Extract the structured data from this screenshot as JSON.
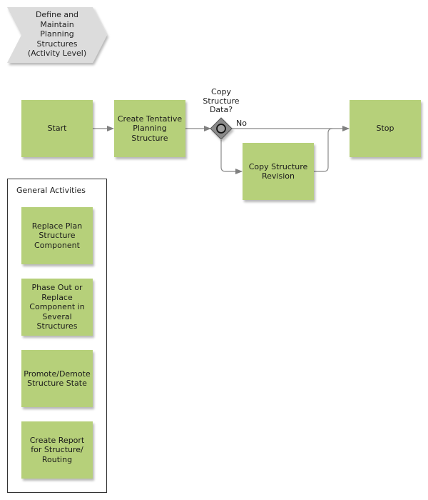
{
  "header": {
    "title": "Define and\nMaintain\nPlanning\nStructures\n(Activity Level)"
  },
  "flow": {
    "start": "Start",
    "create_tentative": "Create Tentative\nPlanning\nStructure",
    "decision_question": "Copy\nStructure\nData?",
    "branch_no": "No",
    "copy_revision": "Copy Structure\nRevision",
    "stop": "Stop"
  },
  "general": {
    "title": "General Activities",
    "items": [
      "Replace Plan\nStructure\nComponent",
      "Phase Out or\nReplace\nComponent in\nSeveral\nStructures",
      "Promote/Demote\nStructure State",
      "Create Report\nfor Structure/\nRouting"
    ]
  },
  "colors": {
    "activity_fill": "#b6d07a",
    "chevron_fill": "#dcdcdc",
    "connector": "#888888"
  }
}
